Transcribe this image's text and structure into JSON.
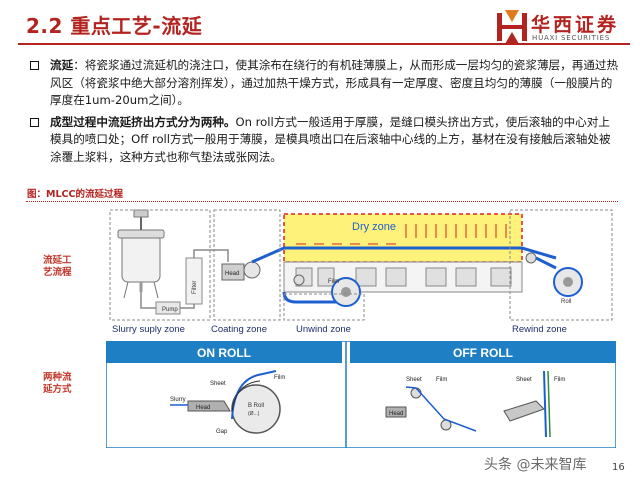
{
  "header": {
    "title": "2.2 重点工艺-流延",
    "logo_cn": "华西证券",
    "logo_en": "HUAXI SECURITIES"
  },
  "bullets": [
    {
      "lead": "流延",
      "text": "：将瓷浆通过流延机的浇注口，使其涂布在绕行的有机硅薄膜上，从而形成一层均匀的瓷浆薄层，再通过热风区（将瓷浆中绝大部分溶剂挥发），通过加热干燥方式，形成具有一定厚度、密度且均匀的薄膜（一般膜片的厚度在1um-20um之间）。"
    },
    {
      "lead": "成型过程中流延挤出方式分为两种。",
      "text": "On roll方式一般适用于厚膜，是缝口模头挤出方式，使后滚轴的中心对上模具的喷口处；Off roll方式一般用于薄膜，是模具喷出口在后滚轴中心线的上方，基材在没有接触后滚轴处被涂覆上浆料，这种方式也称气垫法或张网法。"
    }
  ],
  "figure": {
    "caption": "图：MLCC的流延过程",
    "label_process": "流延工艺流程",
    "label_methods": "两种流延方式"
  },
  "process_diagram": {
    "dry_zone": "Dry zone",
    "head": "Head",
    "filter": "Filter",
    "pump": "Pump",
    "film": "Film",
    "roll": "Roll",
    "zones": [
      "Slurry suply zone",
      "Coating zone",
      "Unwind zone",
      "Rewind zone"
    ]
  },
  "roll_methods": {
    "on_roll": {
      "title": "ON ROLL",
      "sheet": "Sheet",
      "film": "Film",
      "slurry": "Slurry",
      "head": "Head",
      "roll": "B Roll",
      "roll_sub": "(Ø...)",
      "gap": "Gap"
    },
    "off_roll": {
      "title": "OFF ROLL",
      "sheet": "Sheet",
      "film": "Film",
      "head": "Head"
    }
  },
  "footer": {
    "page": "16",
    "watermark": "头条 @未来智库"
  },
  "colors": {
    "brand_red": "#b3231f",
    "panel_blue": "#1f7fc4",
    "dry_zone_yellow": "#fff27a",
    "arrow_red": "#e02020",
    "film_blue": "#1e5fd0"
  }
}
